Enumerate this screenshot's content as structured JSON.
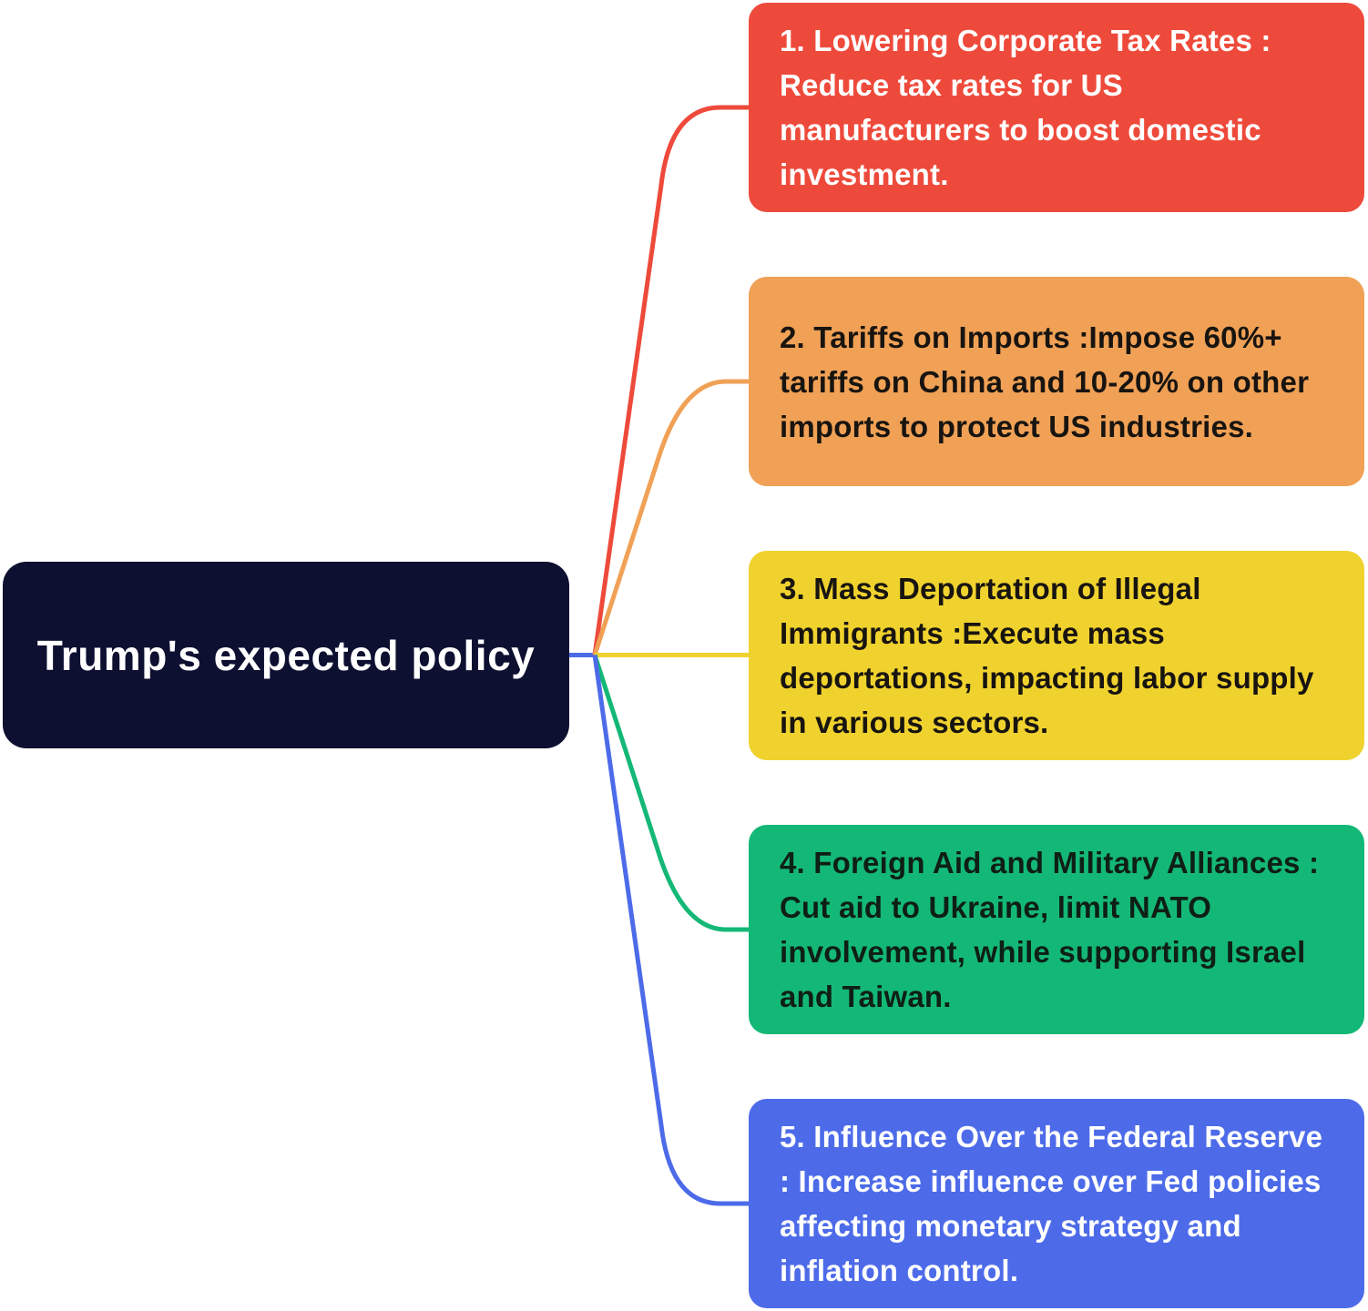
{
  "root": {
    "label": "Trump's expected policy",
    "bg_color": "#0D1031",
    "text_color": "#FFFFFF"
  },
  "connector": {
    "stub_color": "#4D6BE9"
  },
  "branches": [
    {
      "label": "1. Lowering Corporate Tax Rates : Reduce tax rates for US manufacturers to boost domestic investment.",
      "color": "#EE4A3B",
      "text_color": "#FFFFFF"
    },
    {
      "label": "2. Tariffs on Imports :Impose 60%+ tariffs on China and 10-20% on other imports to protect US industries.",
      "color": "#F0A156",
      "text_color": "#181410"
    },
    {
      "label": "3. Mass Deportation of Illegal Immigrants :Execute mass deportations, impacting labor supply in various sectors.",
      "color": "#F0D22E",
      "text_color": "#181410"
    },
    {
      "label": "4. Foreign Aid and Military Alliances : Cut aid to Ukraine, limit NATO involvement, while supporting Israel and Taiwan.",
      "color": "#14B876",
      "text_color": "#0E1F16"
    },
    {
      "label": "5. Influence Over the Federal Reserve : Increase influence over Fed policies affecting monetary strategy and inflation control.",
      "color": "#4D6BE9",
      "text_color": "#FFFFFF"
    }
  ]
}
